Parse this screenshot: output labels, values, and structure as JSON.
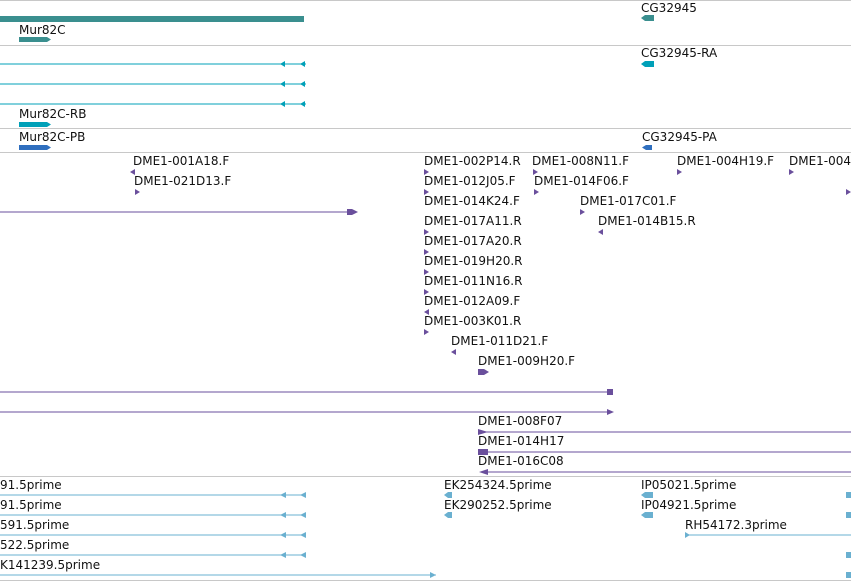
{
  "colors": {
    "gene_teal": "#3a8f8f",
    "transcript_cyan": "#00a0b8",
    "protein_blue": "#2f6fbf",
    "est_purple": "#6a4f9c",
    "cdna_lightblue": "#6ab0d0",
    "divider_gray": "#c8c8c8"
  },
  "tracks": {
    "gene": {
      "labels": {
        "mur82c": "Mur82C",
        "cg32945": "CG32945"
      }
    },
    "transcripts": {
      "labels": {
        "mur82c_rb": "Mur82C-RB",
        "cg32945_ra": "CG32945-RA"
      }
    },
    "proteins": {
      "labels": {
        "mur82c_pb": "Mur82C-PB",
        "cg32945_pa": "CG32945-PA"
      }
    },
    "bac_ends": {
      "labels": [
        "DME1-001A18.F",
        "DME1-021D13.F",
        "DME1-002P14.R",
        "DME1-008N11.F",
        "DME1-004H19.F",
        "DME1-004",
        "DME1-012J05.F",
        "DME1-014F06.F",
        "DME1-014K24.F",
        "DME1-017C01.F",
        "DME1-017A11.R",
        "DME1-014B15.R",
        "DME1-017A20.R",
        "DME1-019H20.R",
        "DME1-011N16.R",
        "DME1-012A09.F",
        "DME1-003K01.R",
        "DME1-011D21.F",
        "DME1-009H20.F",
        "DME1-008F07",
        "DME1-014H17",
        "DME1-016C08"
      ]
    },
    "cdna": {
      "labels": [
        "91.5prime",
        "91.5prime",
        "591.5prime",
        "522.5prime",
        "K141239.5prime",
        "EK254324.5prime",
        "EK290252.5prime",
        "IP05021.5prime",
        "IP04921.5prime",
        "RH54172.3prime"
      ]
    }
  }
}
